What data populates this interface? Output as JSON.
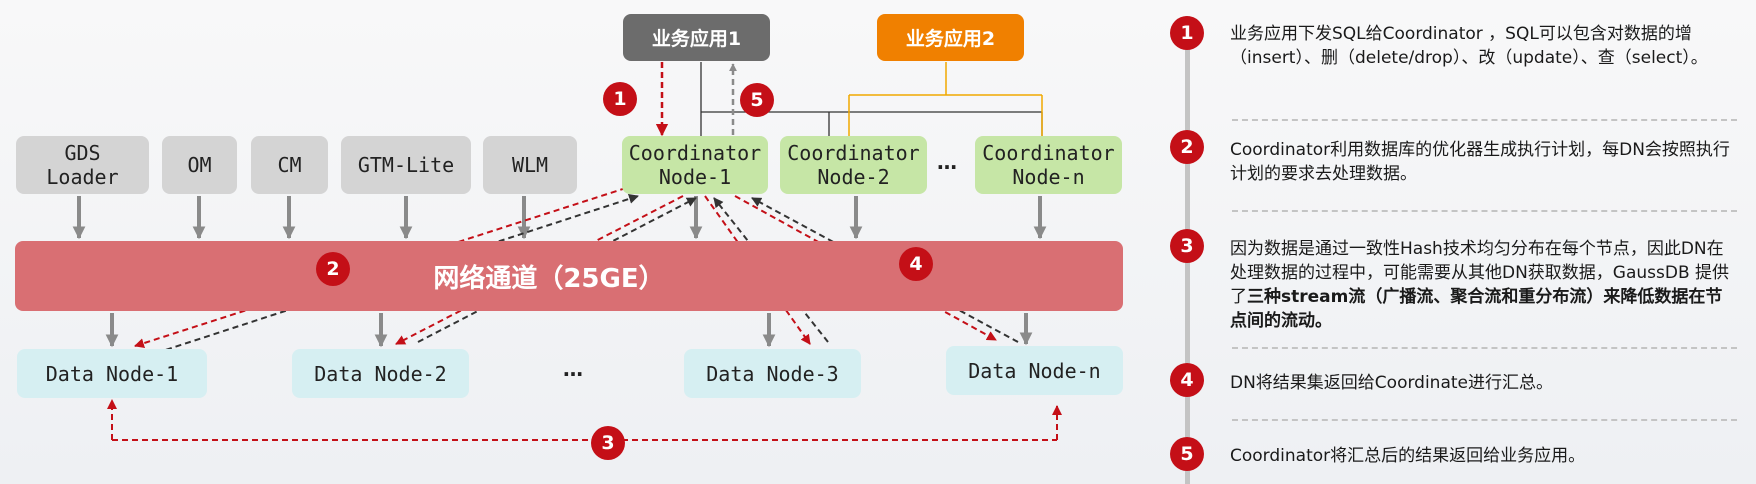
{
  "apps": {
    "app1": {
      "label": "业务应用1",
      "color": "#6c6c6c"
    },
    "app2": {
      "label": "业务应用2",
      "color": "#f08000"
    }
  },
  "components": {
    "gds_loader": "GDS\nLoader",
    "om": "OM",
    "cm": "CM",
    "gtm_lite": "GTM-Lite",
    "wlm": "WLM"
  },
  "coordinators": {
    "node1": "Coordinator\nNode-1",
    "node2": "Coordinator\nNode-2",
    "node_n": "Coordinator\nNode-n",
    "ellipsis": "…"
  },
  "network": {
    "label": "网络通道（25GE）",
    "color": "#d96f73"
  },
  "data_nodes": {
    "node1": "Data Node-1",
    "node2": "Data Node-2",
    "node3": "Data Node-3",
    "node_n": "Data Node-n",
    "ellipsis": "…"
  },
  "badges": {
    "b1": "1",
    "b2": "2",
    "b3": "3",
    "b4": "4",
    "b5": "5"
  },
  "colors": {
    "accent_red": "#c40f17",
    "arrow_gray": "#8a8a8a",
    "coordinator_green": "#c6e6a6",
    "data_node_blue": "#d6eff2"
  },
  "steps": [
    {
      "num": "1",
      "text": "业务应用下发SQL给Coordinator ，SQL可以包含对数据的增（insert）、删（delete/drop）、改（update）、查（select）。"
    },
    {
      "num": "2",
      "text": "Coordinator利用数据库的优化器生成执行计划，每DN会按照执行计划的要求去处理数据。"
    },
    {
      "num": "3",
      "text_plain": "因为数据是通过一致性Hash技术均匀分布在每个节点，因此DN在处理数据的过程中，可能需要从其他DN获取数据，GaussDB 提供了",
      "text_bold": "三种stream流（广播流、聚合流和重分布流）来降低数据在节点间的流动。"
    },
    {
      "num": "4",
      "text": "DN将结果集返回给Coordinate进行汇总。"
    },
    {
      "num": "5",
      "text": "Coordinator将汇总后的结果返回给业务应用。"
    }
  ]
}
